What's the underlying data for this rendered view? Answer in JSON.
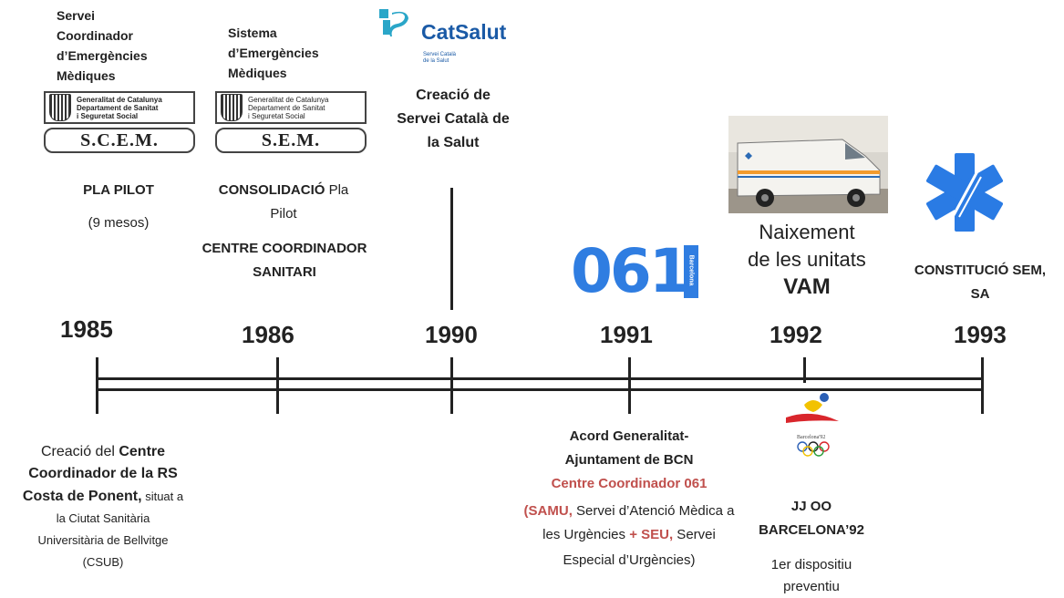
{
  "top_items": {
    "scem": {
      "name_lines": [
        "Servei",
        "Coordinador",
        "d’Emergències",
        "Mèdiques"
      ],
      "card_top": [
        "Generalitat de Catalunya",
        "Departament de Sanitat",
        "i Seguretat Social"
      ],
      "plate": "S.C.E.M."
    },
    "sem": {
      "name_lines": [
        "Sistema",
        "d’Emergències",
        "Mèdiques"
      ],
      "card_top": [
        "Generalitat de Catalunya",
        "Departament de Sanitat",
        "i Seguretat Social"
      ],
      "plate": "S.E.M."
    },
    "catsalut": {
      "logo_text": "CatSalut",
      "logo_sub": [
        "Servei Català",
        "de la Salut"
      ],
      "caption_lines": [
        "Creació de",
        "Servei Català de",
        "la Salut"
      ]
    },
    "pla_pilot": {
      "title": "PLA PILOT",
      "duration": "(9 mesos)"
    },
    "consolidacio": {
      "bold": "CONSOLIDACIÓ",
      "rest": " Pla",
      "line2": "Pilot"
    },
    "centre_sanitari": [
      "CENTRE COORDINADOR",
      "SANITARI"
    ],
    "logo061": {
      "number": "061",
      "vertical": "Barcelona"
    },
    "vam": [
      "Naixement",
      "de les unitats"
    ],
    "vam_bold": "VAM",
    "sem_sa": [
      "CONSTITUCIÓ SEM,",
      "SA"
    ]
  },
  "years": [
    "1985",
    "1986",
    "1990",
    "1991",
    "1992",
    "1993"
  ],
  "bottom_items": {
    "csub": {
      "line1_normal": "Creació del ",
      "line1_bold": "Centre",
      "line2_bold": "Coordinador de la RS",
      "line3_bold": "Costa de Ponent,",
      "line3_normal": " situat a",
      "line4": "la Ciutat Sanitària",
      "line5": "Universitària de Bellvitge",
      "line6": "(CSUB)"
    },
    "acord": {
      "line1": "Acord Generalitat-",
      "line2": "Ajuntament de BCN",
      "line3": "Centre Coordinador 061",
      "samu": "(SAMU,",
      "samu_rest": " Servei d’Atenció Mèdica a",
      "line5_a": "les Urgències  ",
      "seu": " + SEU,",
      "line5_b": " Servei",
      "line6": "Especial d’Urgències)"
    },
    "jjoo": {
      "title_lines": [
        "JJ OO",
        "BARCELONA’92"
      ],
      "sub_lines": [
        "1er dispositiu",
        "preventiu"
      ],
      "logo_text": "Barcelona'92"
    }
  },
  "colors": {
    "accent_red": "#c0504d",
    "catsalut_blue": "#1a5aa6",
    "logo061_blue": "#2f7de1",
    "timeline": "#222222"
  }
}
